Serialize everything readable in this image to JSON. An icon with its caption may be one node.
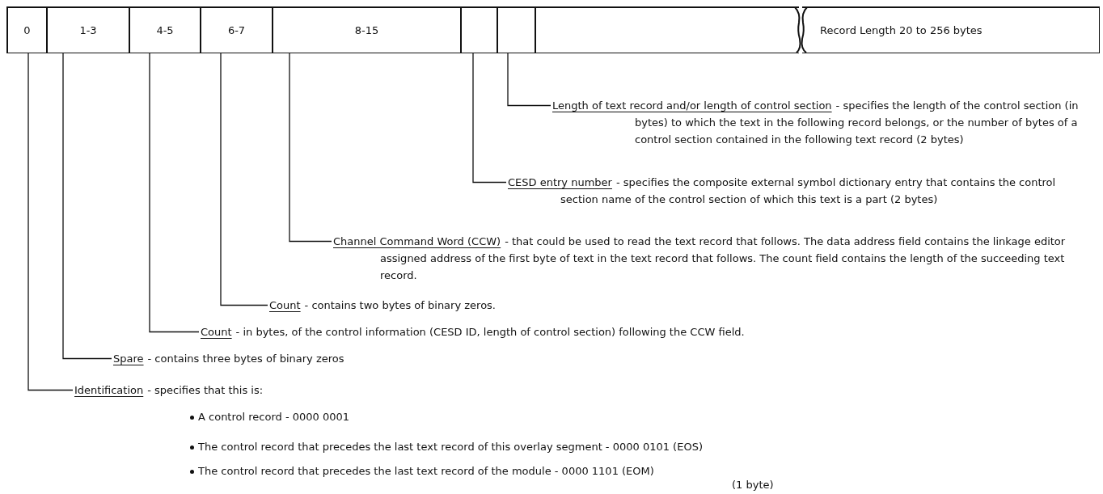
{
  "diagram": {
    "nodes": [
      {
        "text": [
          "0"
        ]
      },
      {
        "text": [
          "1-3"
        ]
      },
      {
        "text": [
          "4-5"
        ]
      },
      {
        "text": [
          "6-7"
        ]
      },
      {
        "text": [
          "8-15"
        ]
      },
      {
        "text": [],
        "shape": "box"
      },
      {
        "text": [],
        "shape": "box"
      },
      {
        "text": [],
        "shape": "box"
      },
      {
        "text": [
          "Record Length 20 to 256 bytes"
        ]
      },
      {
        "text": [
          "Length of text record and/or length of control section",
          "- specifies the length of the control section (in bytes) to which the text in the following record belongs, or the number of bytes of a control section contained in the following text record (2 bytes)"
        ]
      },
      {
        "text": [
          "CESD entry number",
          "- specifies the composite external symbol dictionary entry that contains the control section name of the control section of which this text is a part (2 bytes)"
        ]
      },
      {
        "text": [
          "Channel Command Word (CCW)",
          "- that could be used to read the text record that follows.  The data address field contains the linkage editor assigned address of the first byte of text in the text record that follows.  The count field contains the length of the succeeding text record."
        ]
      },
      {
        "text": [
          "Count",
          "- contains two bytes of binary zeros."
        ]
      },
      {
        "text": [
          "Count",
          "- in bytes, of the control information (CESD ID, length of control section) following the CCW field."
        ]
      },
      {
        "text": [
          "Spare",
          "- contains three bytes of binary zeros"
        ]
      },
      {
        "text": [
          "Identification",
          "- specifies that this is:",
          "A control record - 0000 0001",
          "The control record that precedes the last text record of this overlay segment - 0000 0101 (EOS)",
          "The control record that precedes the last text record of the module - 0000 1101 (EOM)",
          "(1 byte)"
        ]
      }
    ],
    "edges": [
      {
        "from": 6,
        "to": 9,
        "arrow": "none"
      },
      {
        "from": 5,
        "to": 10,
        "arrow": "none"
      },
      {
        "from": 4,
        "to": 11,
        "arrow": "none"
      },
      {
        "from": 3,
        "to": 12,
        "arrow": "none"
      },
      {
        "from": 2,
        "to": 13,
        "arrow": "none"
      },
      {
        "from": 1,
        "to": 14,
        "arrow": "none"
      },
      {
        "from": 0,
        "to": 15,
        "arrow": "none"
      }
    ]
  }
}
